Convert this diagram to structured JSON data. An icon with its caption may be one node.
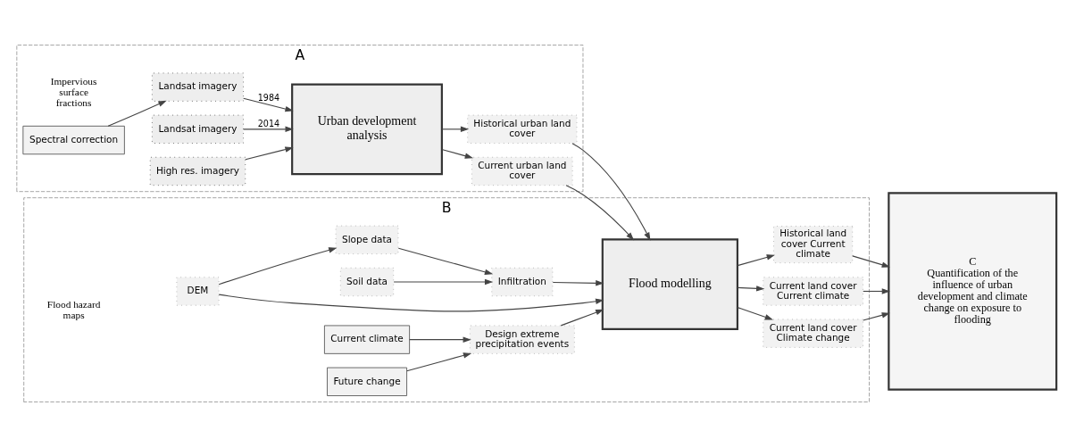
{
  "diagram": {
    "nodes": [
      {
        "text": [
          "A"
        ]
      },
      {
        "text": [
          "Landsat imagery"
        ],
        "in": 0
      },
      {
        "text": [
          "Spectral correction"
        ],
        "in": 0
      },
      {
        "text": [
          "Urban development analysis"
        ],
        "in": 0
      },
      {
        "text": [
          "Historical urban land cover"
        ],
        "in": 0
      },
      {
        "text": [
          "Current urban land cover"
        ],
        "in": 0
      },
      {
        "text": [
          "Landsat imagery"
        ],
        "in": 0
      },
      {
        "text": [
          "High res. imagery"
        ],
        "in": 0
      },
      {
        "text": [
          "B"
        ]
      },
      {
        "text": [
          "Slope data"
        ],
        "in": 8
      },
      {
        "text": [
          "Soil data"
        ],
        "in": 8
      },
      {
        "text": [
          "DEM"
        ],
        "in": 8
      },
      {
        "text": [
          "Infiltration"
        ],
        "in": 8
      },
      {
        "text": [
          "Flood modelling"
        ],
        "in": 8
      },
      {
        "text": [
          "Design extreme precipitation events"
        ],
        "in": 8
      },
      {
        "text": [
          "Future change"
        ],
        "in": 8
      },
      {
        "text": [
          "Current climate"
        ],
        "in": 8
      },
      {
        "text": [
          "Historical land cover Current climate"
        ],
        "in": 8
      },
      {
        "text": [
          "Current land cover Current climate"
        ],
        "in": 8
      },
      {
        "text": [
          "Current land cover Climate change"
        ],
        "in": 8
      },
      {
        "text": [
          "C",
          "Quantification of the influence of urban development and climate change on exposure to flooding"
        ]
      }
    ],
    "edges": [
      {
        "from": 2,
        "to": 1,
        "arrow": "to"
      },
      {
        "from": 1,
        "to": 3,
        "arrow": "to",
        "label": "1984"
      },
      {
        "from": 6,
        "to": 3,
        "arrow": "to",
        "label": "2014"
      },
      {
        "from": 7,
        "to": 3,
        "arrow": "to"
      },
      {
        "from": 3,
        "to": 4,
        "arrow": "to"
      },
      {
        "from": 3,
        "to": 5,
        "arrow": "to"
      },
      {
        "from": 4,
        "to": 13,
        "arrow": "to"
      },
      {
        "from": 5,
        "to": 13,
        "arrow": "to"
      },
      {
        "from": 11,
        "to": 9,
        "arrow": "to"
      },
      {
        "from": 9,
        "to": 12,
        "arrow": "to"
      },
      {
        "from": 10,
        "to": 12,
        "arrow": "to"
      },
      {
        "from": 11,
        "to": 13,
        "arrow": "to"
      },
      {
        "from": 12,
        "to": 13,
        "arrow": "to"
      },
      {
        "from": 15,
        "to": 14,
        "arrow": "to"
      },
      {
        "from": 16,
        "to": 14,
        "arrow": "to"
      },
      {
        "from": 14,
        "to": 13,
        "arrow": "to"
      },
      {
        "from": 13,
        "to": 17,
        "arrow": "to"
      },
      {
        "from": 13,
        "to": 18,
        "arrow": "to"
      },
      {
        "from": 13,
        "to": 19,
        "arrow": "to"
      },
      {
        "from": 17,
        "to": 20,
        "arrow": "to"
      },
      {
        "from": 18,
        "to": 20,
        "arrow": "to"
      },
      {
        "from": 19,
        "to": 20,
        "arrow": "to"
      }
    ],
    "labels": [
      "Impervious surface fractions",
      "Flood hazard maps"
    ]
  }
}
